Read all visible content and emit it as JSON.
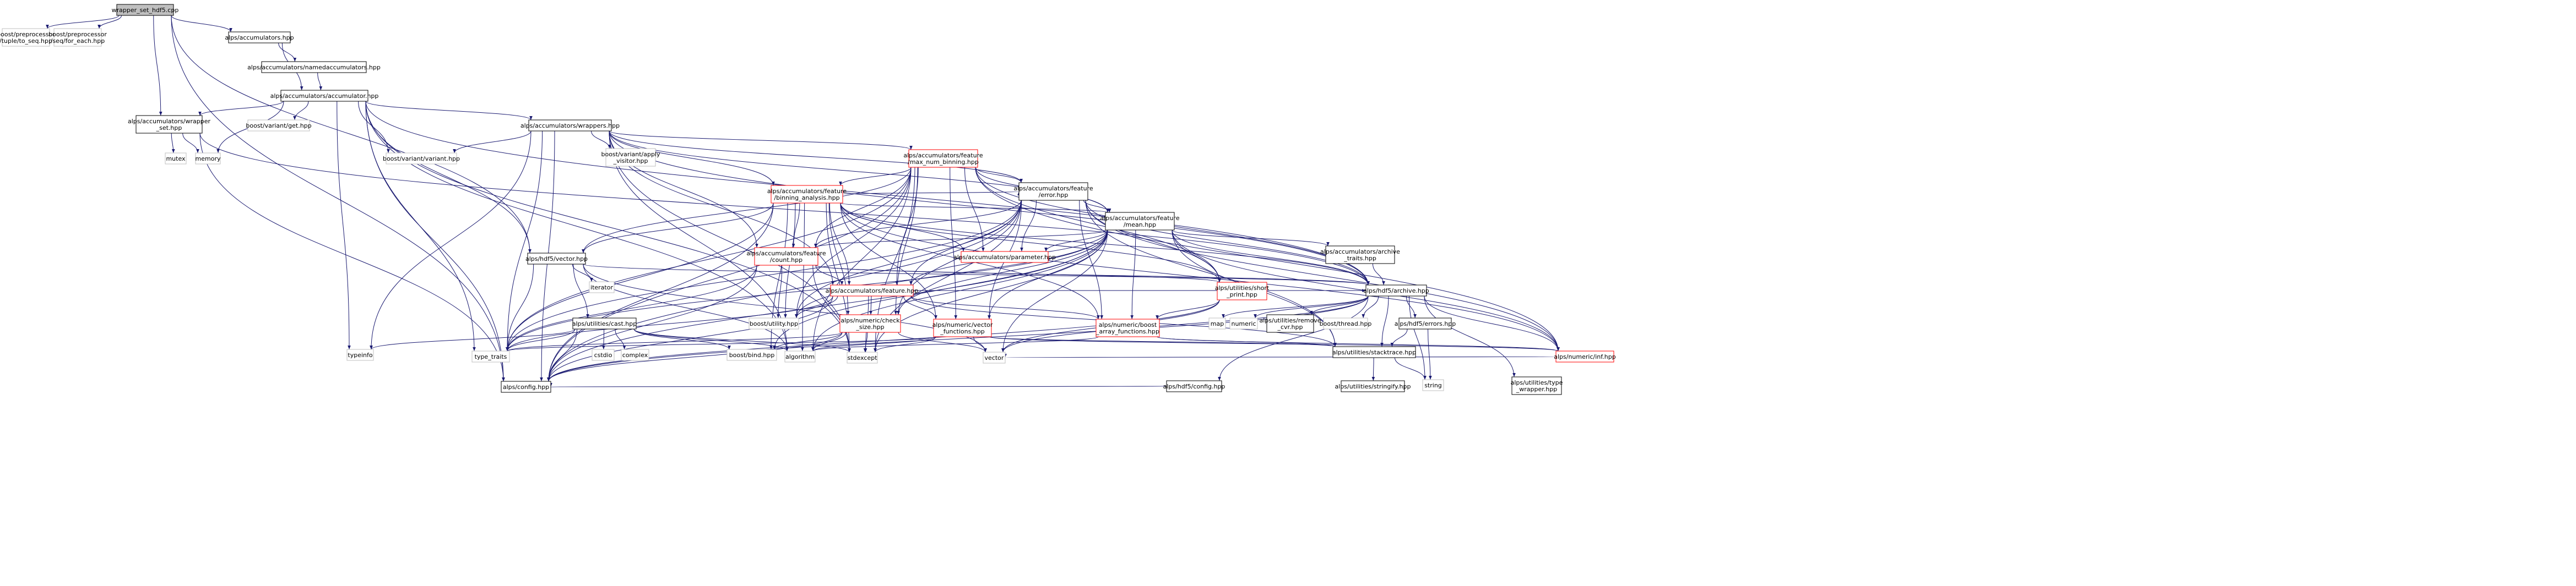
{
  "graph": {
    "colors": {
      "edge": "#191970",
      "root_fill": "#bfbfbf",
      "box_stroke": "#000000",
      "expandable_stroke": "#ff0000",
      "system_stroke": "#bfbfbf",
      "text": "#000000"
    },
    "nodes": [
      {
        "id": "root",
        "lines": [
          "wrapper_set_hdf5.cpp"
        ],
        "kind": "root"
      },
      {
        "id": "pp_tuple",
        "lines": [
          "boost/preprocessor",
          "/tuple/to_seq.hpp"
        ],
        "kind": "system"
      },
      {
        "id": "pp_seq",
        "lines": [
          "boost/preprocessor",
          "/seq/for_each.hpp"
        ],
        "kind": "system"
      },
      {
        "id": "acc_hpp",
        "lines": [
          "alps/accumulators.hpp"
        ],
        "kind": "normal"
      },
      {
        "id": "named_acc",
        "lines": [
          "alps/accumulators/namedaccumulators.hpp"
        ],
        "kind": "normal"
      },
      {
        "id": "accumulator",
        "lines": [
          "alps/accumulators/accumulator.hpp"
        ],
        "kind": "normal"
      },
      {
        "id": "wrapper_set",
        "lines": [
          "alps/accumulators/wrapper",
          "_set.hpp"
        ],
        "kind": "normal"
      },
      {
        "id": "mutex",
        "lines": [
          "mutex"
        ],
        "kind": "system"
      },
      {
        "id": "memory",
        "lines": [
          "memory"
        ],
        "kind": "system"
      },
      {
        "id": "variant_get",
        "lines": [
          "boost/variant/get.hpp"
        ],
        "kind": "system"
      },
      {
        "id": "wrappers",
        "lines": [
          "alps/accumulators/wrappers.hpp"
        ],
        "kind": "normal"
      },
      {
        "id": "variant",
        "lines": [
          "boost/variant/variant.hpp"
        ],
        "kind": "system"
      },
      {
        "id": "apply_visitor",
        "lines": [
          "boost/variant/apply",
          "_visitor.hpp"
        ],
        "kind": "system"
      },
      {
        "id": "max_num_binning",
        "lines": [
          "alps/accumulators/feature",
          "/max_num_binning.hpp"
        ],
        "kind": "expandable"
      },
      {
        "id": "error",
        "lines": [
          "alps/accumulators/feature",
          "/error.hpp"
        ],
        "kind": "normal"
      },
      {
        "id": "binning_analysis",
        "lines": [
          "alps/accumulators/feature",
          "/binning_analysis.hpp"
        ],
        "kind": "expandable"
      },
      {
        "id": "mean",
        "lines": [
          "alps/accumulators/feature",
          "/mean.hpp"
        ],
        "kind": "normal"
      },
      {
        "id": "count",
        "lines": [
          "alps/accumulators/feature",
          "/count.hpp"
        ],
        "kind": "expandable"
      },
      {
        "id": "parameter",
        "lines": [
          "alps/accumulators/parameter.hpp"
        ],
        "kind": "expandable"
      },
      {
        "id": "archive_traits",
        "lines": [
          "alps/accumulators/archive",
          "_traits.hpp"
        ],
        "kind": "normal"
      },
      {
        "id": "hdf5_vector",
        "lines": [
          "alps/hdf5/vector.hpp"
        ],
        "kind": "normal"
      },
      {
        "id": "iterator",
        "lines": [
          "iterator"
        ],
        "kind": "system"
      },
      {
        "id": "feature",
        "lines": [
          "alps/accumulators/feature.hpp"
        ],
        "kind": "expandable"
      },
      {
        "id": "short_print",
        "lines": [
          "alps/utilities/short",
          "_print.hpp"
        ],
        "kind": "expandable"
      },
      {
        "id": "hdf5_archive",
        "lines": [
          "alps/hdf5/archive.hpp"
        ],
        "kind": "normal"
      },
      {
        "id": "cast",
        "lines": [
          "alps/utilities/cast.hpp"
        ],
        "kind": "normal"
      },
      {
        "id": "boost_utility",
        "lines": [
          "boost/utility.hpp"
        ],
        "kind": "system"
      },
      {
        "id": "check_size",
        "lines": [
          "alps/numeric/check",
          "_size.hpp"
        ],
        "kind": "expandable"
      },
      {
        "id": "vector_functions",
        "lines": [
          "alps/numeric/vector",
          "_functions.hpp"
        ],
        "kind": "expandable"
      },
      {
        "id": "boost_array_functions",
        "lines": [
          "alps/numeric/boost",
          "_array_functions.hpp"
        ],
        "kind": "expandable"
      },
      {
        "id": "map",
        "lines": [
          "map"
        ],
        "kind": "system"
      },
      {
        "id": "numeric",
        "lines": [
          "numeric"
        ],
        "kind": "system"
      },
      {
        "id": "remove_cvr",
        "lines": [
          "alps/utilities/remove",
          "_cvr.hpp"
        ],
        "kind": "normal"
      },
      {
        "id": "boost_thread",
        "lines": [
          "boost/thread.hpp"
        ],
        "kind": "system"
      },
      {
        "id": "hdf5_errors",
        "lines": [
          "alps/hdf5/errors.hpp"
        ],
        "kind": "normal"
      },
      {
        "id": "typeinfo",
        "lines": [
          "typeinfo"
        ],
        "kind": "system"
      },
      {
        "id": "cstdio",
        "lines": [
          "cstdio"
        ],
        "kind": "system"
      },
      {
        "id": "complex",
        "lines": [
          "complex"
        ],
        "kind": "system"
      },
      {
        "id": "type_traits",
        "lines": [
          "type_traits"
        ],
        "kind": "system"
      },
      {
        "id": "boost_bind",
        "lines": [
          "boost/bind.hpp"
        ],
        "kind": "system"
      },
      {
        "id": "algorithm",
        "lines": [
          "algorithm"
        ],
        "kind": "system"
      },
      {
        "id": "stdexcept",
        "lines": [
          "stdexcept"
        ],
        "kind": "system"
      },
      {
        "id": "vector",
        "lines": [
          "vector"
        ],
        "kind": "system"
      },
      {
        "id": "stacktrace",
        "lines": [
          "alps/utilities/stacktrace.hpp"
        ],
        "kind": "normal"
      },
      {
        "id": "inf",
        "lines": [
          "alps/numeric/inf.hpp"
        ],
        "kind": "expandable"
      },
      {
        "id": "hdf5_config",
        "lines": [
          "alps/hdf5/config.hpp"
        ],
        "kind": "normal"
      },
      {
        "id": "config",
        "lines": [
          "alps/config.hpp"
        ],
        "kind": "normal"
      },
      {
        "id": "stringify",
        "lines": [
          "alps/utilities/stringify.hpp"
        ],
        "kind": "normal"
      },
      {
        "id": "string",
        "lines": [
          "string"
        ],
        "kind": "system"
      },
      {
        "id": "type_wrapper",
        "lines": [
          "alps/utilities/type",
          "_wrapper.hpp"
        ],
        "kind": "normal"
      }
    ],
    "edges": [
      [
        "root",
        "pp_tuple"
      ],
      [
        "root",
        "pp_seq"
      ],
      [
        "root",
        "acc_hpp"
      ],
      [
        "root",
        "wrapper_set"
      ],
      [
        "root",
        "hdf5_vector"
      ],
      [
        "root",
        "config"
      ],
      [
        "acc_hpp",
        "named_acc"
      ],
      [
        "acc_hpp",
        "accumulator"
      ],
      [
        "named_acc",
        "accumulator"
      ],
      [
        "accumulator",
        "wrapper_set"
      ],
      [
        "accumulator",
        "memory"
      ],
      [
        "accumulator",
        "variant_get"
      ],
      [
        "accumulator",
        "wrappers"
      ],
      [
        "accumulator",
        "variant"
      ],
      [
        "accumulator",
        "typeinfo"
      ],
      [
        "accumulator",
        "type_traits"
      ],
      [
        "accumulator",
        "config"
      ],
      [
        "accumulator",
        "hdf5_vector"
      ],
      [
        "accumulator",
        "stdexcept"
      ],
      [
        "accumulator",
        "hdf5_archive"
      ],
      [
        "accumulator",
        "algorithm"
      ],
      [
        "wrapper_set",
        "mutex"
      ],
      [
        "wrapper_set",
        "memory"
      ],
      [
        "wrapper_set",
        "config"
      ],
      [
        "wrapper_set",
        "hdf5_archive"
      ],
      [
        "wrappers",
        "variant"
      ],
      [
        "wrappers",
        "apply_visitor"
      ],
      [
        "wrappers",
        "max_num_binning"
      ],
      [
        "wrappers",
        "error"
      ],
      [
        "wrappers",
        "binning_analysis"
      ],
      [
        "wrappers",
        "mean"
      ],
      [
        "wrappers",
        "count"
      ],
      [
        "wrappers",
        "hdf5_archive"
      ],
      [
        "wrappers",
        "type_traits"
      ],
      [
        "wrappers",
        "typeinfo"
      ],
      [
        "wrappers",
        "stdexcept"
      ],
      [
        "wrappers",
        "config"
      ],
      [
        "wrappers",
        "feature"
      ],
      [
        "wrappers",
        "algorithm"
      ],
      [
        "max_num_binning",
        "error"
      ],
      [
        "max_num_binning",
        "binning_analysis"
      ],
      [
        "max_num_binning",
        "mean"
      ],
      [
        "max_num_binning",
        "count"
      ],
      [
        "max_num_binning",
        "parameter"
      ],
      [
        "max_num_binning",
        "feature"
      ],
      [
        "max_num_binning",
        "hdf5_archive"
      ],
      [
        "max_num_binning",
        "hdf5_vector"
      ],
      [
        "max_num_binning",
        "vector_functions"
      ],
      [
        "max_num_binning",
        "short_print"
      ],
      [
        "max_num_binning",
        "boost_utility"
      ],
      [
        "max_num_binning",
        "stdexcept"
      ],
      [
        "max_num_binning",
        "type_traits"
      ],
      [
        "max_num_binning",
        "algorithm"
      ],
      [
        "max_num_binning",
        "config"
      ],
      [
        "max_num_binning",
        "inf"
      ],
      [
        "max_num_binning",
        "check_size"
      ],
      [
        "error",
        "mean"
      ],
      [
        "error",
        "count"
      ],
      [
        "error",
        "parameter"
      ],
      [
        "error",
        "feature"
      ],
      [
        "error",
        "hdf5_archive"
      ],
      [
        "error",
        "short_print"
      ],
      [
        "error",
        "vector_functions"
      ],
      [
        "error",
        "boost_array_functions"
      ],
      [
        "error",
        "check_size"
      ],
      [
        "error",
        "stdexcept"
      ],
      [
        "error",
        "type_traits"
      ],
      [
        "error",
        "config"
      ],
      [
        "error",
        "inf"
      ],
      [
        "error",
        "boost_utility"
      ],
      [
        "error",
        "stacktrace"
      ],
      [
        "binning_analysis",
        "mean"
      ],
      [
        "binning_analysis",
        "error"
      ],
      [
        "binning_analysis",
        "count"
      ],
      [
        "binning_analysis",
        "parameter"
      ],
      [
        "binning_analysis",
        "feature"
      ],
      [
        "binning_analysis",
        "hdf5_archive"
      ],
      [
        "binning_analysis",
        "hdf5_vector"
      ],
      [
        "binning_analysis",
        "short_print"
      ],
      [
        "binning_analysis",
        "vector_functions"
      ],
      [
        "binning_analysis",
        "boost_array_functions"
      ],
      [
        "binning_analysis",
        "check_size"
      ],
      [
        "binning_analysis",
        "boost_utility"
      ],
      [
        "binning_analysis",
        "type_traits"
      ],
      [
        "binning_analysis",
        "stdexcept"
      ],
      [
        "binning_analysis",
        "algorithm"
      ],
      [
        "binning_analysis",
        "config"
      ],
      [
        "binning_analysis",
        "inf"
      ],
      [
        "binning_analysis",
        "boost_bind"
      ],
      [
        "mean",
        "count"
      ],
      [
        "mean",
        "parameter"
      ],
      [
        "mean",
        "feature"
      ],
      [
        "mean",
        "hdf5_archive"
      ],
      [
        "mean",
        "short_print"
      ],
      [
        "mean",
        "archive_traits"
      ],
      [
        "mean",
        "vector_functions"
      ],
      [
        "mean",
        "boost_array_functions"
      ],
      [
        "mean",
        "check_size"
      ],
      [
        "mean",
        "boost_utility"
      ],
      [
        "mean",
        "stdexcept"
      ],
      [
        "mean",
        "type_traits"
      ],
      [
        "mean",
        "config"
      ],
      [
        "mean",
        "inf"
      ],
      [
        "mean",
        "stacktrace"
      ],
      [
        "mean",
        "vector"
      ],
      [
        "mean",
        "algorithm"
      ],
      [
        "mean",
        "boost_bind"
      ],
      [
        "count",
        "feature"
      ],
      [
        "count",
        "hdf5_archive"
      ],
      [
        "count",
        "short_print"
      ],
      [
        "count",
        "stdexcept"
      ],
      [
        "count",
        "type_traits"
      ],
      [
        "count",
        "config"
      ],
      [
        "count",
        "boost_utility"
      ],
      [
        "archive_traits",
        "hdf5_archive"
      ],
      [
        "hdf5_vector",
        "hdf5_archive"
      ],
      [
        "hdf5_vector",
        "cast"
      ],
      [
        "hdf5_vector",
        "iterator"
      ],
      [
        "hdf5_vector",
        "type_traits"
      ],
      [
        "hdf5_vector",
        "vector"
      ],
      [
        "hdf5_vector",
        "algorithm"
      ],
      [
        "feature",
        "boost_utility"
      ],
      [
        "feature",
        "check_size"
      ],
      [
        "feature",
        "vector_functions"
      ],
      [
        "feature",
        "boost_array_functions"
      ],
      [
        "feature",
        "type_traits"
      ],
      [
        "feature",
        "stdexcept"
      ],
      [
        "feature",
        "config"
      ],
      [
        "feature",
        "stacktrace"
      ],
      [
        "feature",
        "hdf5_archive"
      ],
      [
        "short_print",
        "vector"
      ],
      [
        "short_print",
        "config"
      ],
      [
        "short_print",
        "boost_array_functions"
      ],
      [
        "hdf5_archive",
        "map"
      ],
      [
        "hdf5_archive",
        "numeric"
      ],
      [
        "hdf5_archive",
        "remove_cvr"
      ],
      [
        "hdf5_archive",
        "boost_thread"
      ],
      [
        "hdf5_archive",
        "hdf5_errors"
      ],
      [
        "hdf5_archive",
        "hdf5_config"
      ],
      [
        "hdf5_archive",
        "stacktrace"
      ],
      [
        "hdf5_archive",
        "vector"
      ],
      [
        "hdf5_archive",
        "string"
      ],
      [
        "hdf5_archive",
        "type_wrapper"
      ],
      [
        "hdf5_archive",
        "inf"
      ],
      [
        "hdf5_archive",
        "config"
      ],
      [
        "cast",
        "typeinfo"
      ],
      [
        "cast",
        "cstdio"
      ],
      [
        "cast",
        "complex"
      ],
      [
        "cast",
        "type_traits"
      ],
      [
        "cast",
        "boost_bind"
      ],
      [
        "cast",
        "config"
      ],
      [
        "cast",
        "stdexcept"
      ],
      [
        "cast",
        "algorithm"
      ],
      [
        "check_size",
        "type_traits"
      ],
      [
        "check_size",
        "stdexcept"
      ],
      [
        "check_size",
        "algorithm"
      ],
      [
        "check_size",
        "vector"
      ],
      [
        "check_size",
        "boost_bind"
      ],
      [
        "check_size",
        "config"
      ],
      [
        "vector_functions",
        "vector"
      ],
      [
        "vector_functions",
        "algorithm"
      ],
      [
        "vector_functions",
        "stdexcept"
      ],
      [
        "vector_functions",
        "type_traits"
      ],
      [
        "vector_functions",
        "stacktrace"
      ],
      [
        "vector_functions",
        "inf"
      ],
      [
        "boost_array_functions",
        "stacktrace"
      ],
      [
        "boost_array_functions",
        "inf"
      ],
      [
        "boost_array_functions",
        "algorithm"
      ],
      [
        "hdf5_errors",
        "stacktrace"
      ],
      [
        "hdf5_errors",
        "string"
      ],
      [
        "hdf5_config",
        "config"
      ],
      [
        "stacktrace",
        "stringify"
      ],
      [
        "stacktrace",
        "string"
      ],
      [
        "inf",
        "vector"
      ]
    ]
  }
}
